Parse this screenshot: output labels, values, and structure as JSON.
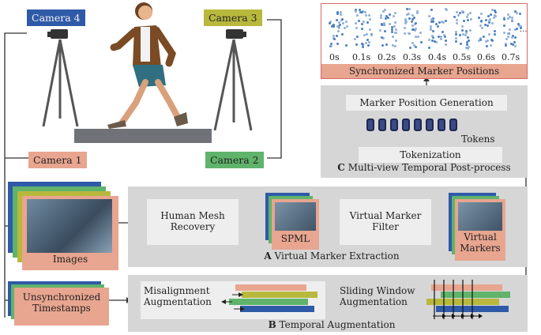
{
  "cameras": {
    "cam4": {
      "label": "Camera 4",
      "color": "#2f5aa8"
    },
    "cam3": {
      "label": "Camera 3",
      "color": "#b8b83c"
    },
    "cam1": {
      "label": "Camera 1",
      "color": "#e8a58f"
    },
    "cam2": {
      "label": "Camera 2",
      "color": "#5fb36a"
    }
  },
  "sections": {
    "c": {
      "output_label": "Synchronized Marker Positions",
      "times": [
        "0s",
        "0.1s",
        "0.2s",
        "0.3s",
        "0.4s",
        "0.5s",
        "0.6s",
        "0.7s"
      ],
      "ellipsis": "...",
      "generation": "Marker Position Generation",
      "tokens_label": "Tokens",
      "tokenization": "Tokenization",
      "caption_letter": "C",
      "caption_text": "Multi-view Temporal Post-process"
    },
    "a": {
      "images_label": "Images",
      "recovery": [
        "Human Mesh",
        "Recovery"
      ],
      "spml_label": "SPML",
      "filter": [
        "Virtual Marker",
        "Filter"
      ],
      "markers": [
        "Virtual",
        "Markers"
      ],
      "caption_letter": "A",
      "caption_text": "Virtual Marker Extraction"
    },
    "b": {
      "unsync": [
        "Unsynchronized",
        "Timestamps"
      ],
      "misalign": [
        "Misalignment",
        "Augmentation"
      ],
      "sliding": [
        "Sliding Window",
        "Augmentation"
      ],
      "caption_letter": "B",
      "caption_text": "Temporal Augmentation"
    }
  },
  "colors": {
    "salmon": "#e8a58f",
    "red_border": "#d9686a",
    "green": "#5fb36a",
    "blue": "#2f5aa8",
    "olive": "#b8b83c",
    "panel": "#d6d6d6",
    "light": "#eeeeee",
    "marker_dot": "#4a7fc1",
    "token": "#3b4a86"
  },
  "icons": [
    "camera-icon",
    "tripod-icon",
    "runner-figure",
    "treadmill"
  ]
}
